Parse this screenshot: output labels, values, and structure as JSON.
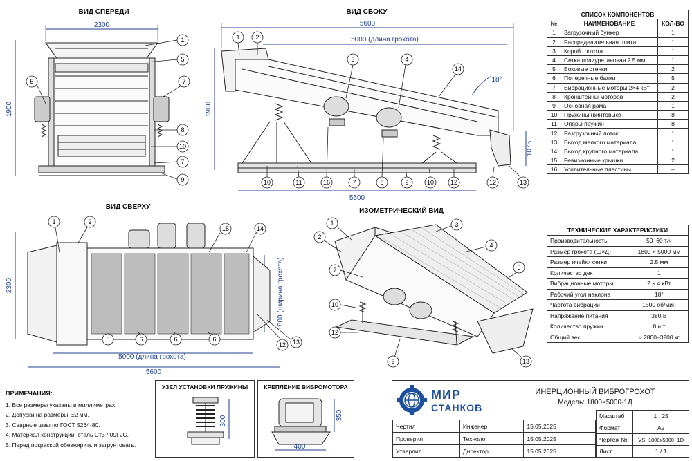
{
  "views": {
    "front": "ВИД СПЕРЕДИ",
    "side": "ВИД СБОКУ",
    "top": "ВИД СВЕРХУ",
    "iso": "ИЗОМЕТРИЧЕСКИЙ ВИД"
  },
  "dimensions": {
    "front_width": "2300",
    "front_height": "1900",
    "side_total": "5600",
    "side_screen": "5000 (длина грохота)",
    "side_height": "1900",
    "side_angle": "18°",
    "side_base": "5500",
    "side_discharge": "1075",
    "top_height": "2300",
    "top_screen": "5000 (длина грохота)",
    "top_total": "5600",
    "top_width": "1800 (ширина грохота)",
    "spring_height": "300",
    "motor_height": "350",
    "motor_width": "400"
  },
  "callouts": {
    "front": [
      "1",
      "5",
      "5",
      "7",
      "8",
      "10",
      "7",
      "9"
    ],
    "side": [
      "1",
      "2",
      "3",
      "4",
      "14",
      "10",
      "11",
      "16",
      "7",
      "8",
      "9",
      "10",
      "12",
      "12",
      "13"
    ],
    "top": [
      "1",
      "2",
      "15",
      "14",
      "5",
      "6",
      "6",
      "6",
      "12",
      "13"
    ],
    "iso": [
      "1",
      "2",
      "3",
      "4",
      "7",
      "5",
      "10",
      "12",
      "9",
      "13"
    ]
  },
  "components": {
    "title": "СПИСОК КОМПОНЕНТОВ",
    "headers": [
      "№",
      "НАИМЕНОВАНИЕ",
      "КОЛ-ВО"
    ],
    "rows": [
      [
        "1",
        "Загрузочный бункер",
        "1"
      ],
      [
        "2",
        "Распределительная плита",
        "1"
      ],
      [
        "3",
        "Короб грохота",
        "1"
      ],
      [
        "4",
        "Сетка полиуретановая 2.5 мм",
        "1"
      ],
      [
        "5",
        "Боковые стенки",
        "2"
      ],
      [
        "6",
        "Поперечные балки",
        "5"
      ],
      [
        "7",
        "Вибрационные моторы 2×4 кВт",
        "2"
      ],
      [
        "8",
        "Кронштейны моторов",
        "2"
      ],
      [
        "9",
        "Основная рама",
        "1"
      ],
      [
        "10",
        "Пружины (винтовые)",
        "8"
      ],
      [
        "11",
        "Опоры пружин",
        "8"
      ],
      [
        "12",
        "Разгрузочный лоток",
        "1"
      ],
      [
        "13",
        "Выход мелкого материала",
        "1"
      ],
      [
        "14",
        "Выход крупного материала",
        "1"
      ],
      [
        "15",
        "Ревизионные крышки",
        "2"
      ],
      [
        "16",
        "Усилительные пластины",
        "–"
      ]
    ]
  },
  "specs": {
    "title": "ТЕХНИЧЕСКИЕ ХАРАКТЕРИСТИКИ",
    "rows": [
      [
        "Производительность",
        "50–60 т/ч"
      ],
      [
        "Размер грохота (Ш×Д)",
        "1800 × 5000 мм"
      ],
      [
        "Размер ячейки сетки",
        "2.5 мм"
      ],
      [
        "Количество дек",
        "1"
      ],
      [
        "Вибрационные моторы",
        "2 × 4 кВт"
      ],
      [
        "Рабочий угол наклона",
        "18°"
      ],
      [
        "Частота вибрации",
        "1500 об/мин"
      ],
      [
        "Напряжение питания",
        "380 В"
      ],
      [
        "Количество пружин",
        "8 шт"
      ],
      [
        "Общий вес",
        "≈ 2800–3200 кг"
      ]
    ]
  },
  "notes": {
    "title": "ПРИМЕЧАНИЯ:",
    "items": [
      "1.  Все размеры указаны в миллиметрах.",
      "2.  Допуски на размеры: ±2 мм.",
      "3.  Сварные швы по ГОСТ 5264-80.",
      "4.  Материал конструкции: сталь Ст3 / 09Г2С.",
      "5.  Перед покраской обезжирить и загрунтовать."
    ]
  },
  "details": {
    "spring": "УЗЕЛ УСТАНОВКИ ПРУЖИНЫ",
    "motor": "КРЕПЛЕНИЕ ВИБРОМОТОРА"
  },
  "title_block": {
    "logo_top": "МИР",
    "logo_bottom": "СТАНКОВ",
    "product": "ИНЕРЦИОННЫЙ ВИБРОГРОХОТ",
    "model": "Модель: 1800×5000-1Д",
    "rows": [
      [
        "Чертил",
        "Инженер",
        "15.05.2025"
      ],
      [
        "Проверил",
        "Технолог",
        "15.05.2025"
      ],
      [
        "Утвердил",
        "Директор",
        "15.05.2025"
      ]
    ],
    "meta": [
      [
        "Масштаб",
        "1 : 25"
      ],
      [
        "Формат",
        "A2"
      ],
      [
        "Чертеж №",
        "VS- 1800x5000- 1D"
      ],
      [
        "Лист",
        "1  /  1"
      ]
    ]
  },
  "colors": {
    "line": "#222222",
    "dim": "#1f3f8f",
    "brand": "#1d4f9c"
  }
}
